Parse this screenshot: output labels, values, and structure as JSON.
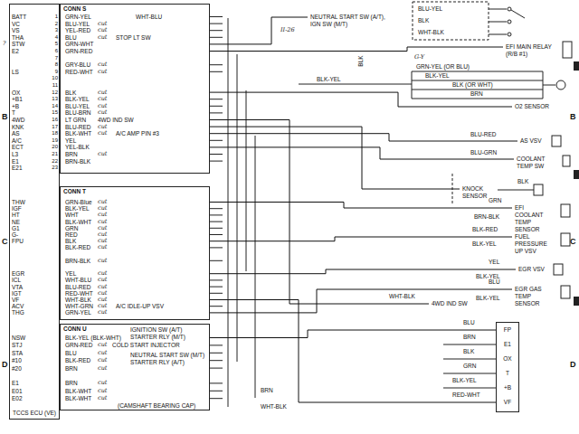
{
  "diagram": {
    "nodes": [
      {
        "text": [
          "TCCS ECU (VE)"
        ]
      },
      {
        "text": [
          "CONN S"
        ]
      },
      {
        "text": [
          "CONN T"
        ]
      },
      {
        "text": [
          "CONN U"
        ]
      },
      {
        "text": [
          "NEUTRAL START SW (A/T), IGN SW (M/T)"
        ]
      },
      {
        "text": [
          "EFI MAIN RELAY (R/B #1)"
        ]
      },
      {
        "text": [
          "O2 SENSOR"
        ]
      },
      {
        "text": [
          "AS VSV"
        ]
      },
      {
        "text": [
          "COOLANT TEMP SW"
        ]
      },
      {
        "text": [
          "KNOCK SENSOR"
        ]
      },
      {
        "text": [
          "EFI COOLANT TEMP SENSOR"
        ]
      },
      {
        "text": [
          "FUEL PRESSURE UP VSV"
        ]
      },
      {
        "text": [
          "EGR VSV"
        ]
      },
      {
        "text": [
          "EGR GAS TEMP SENSOR"
        ]
      },
      {
        "text": [
          "4WD IND SW"
        ]
      },
      {
        "text": [
          "FP",
          "E1",
          "OX",
          "T",
          "+B",
          "VF"
        ]
      }
    ],
    "edges": [
      {
        "from": 1,
        "to": 4,
        "arrow": "none"
      },
      {
        "from": 1,
        "to": 5,
        "arrow": "none"
      },
      {
        "from": 1,
        "to": 6,
        "arrow": "none"
      },
      {
        "from": 1,
        "to": 7,
        "arrow": "none"
      },
      {
        "from": 1,
        "to": 8,
        "arrow": "none"
      },
      {
        "from": 1,
        "to": 9,
        "arrow": "none"
      },
      {
        "from": 2,
        "to": 10,
        "arrow": "none"
      },
      {
        "from": 2,
        "to": 11,
        "arrow": "none"
      },
      {
        "from": 2,
        "to": 12,
        "arrow": "none"
      },
      {
        "from": 2,
        "to": 13,
        "arrow": "none"
      },
      {
        "from": 1,
        "to": 14,
        "arrow": "none"
      },
      {
        "from": 3,
        "to": 15,
        "arrow": "none"
      },
      {
        "from": 2,
        "to": 15,
        "arrow": "none"
      }
    ],
    "labels": [
      "GRN-YEL",
      "BLU-YEL",
      "YEL-RED",
      "BLU",
      "GRN-WHT",
      "GRN-RED",
      "GRY-BLU",
      "RED-WHT",
      "BLK",
      "BLK-YEL",
      "BLU-YEL",
      "BLU-BRN",
      "LT GRN",
      "BLU-RED",
      "BLK-WHT",
      "YEL",
      "YEL-BLK",
      "BRN",
      "BRN-BLK",
      "cut",
      "cut",
      "cut",
      "cut",
      "cut",
      "cut",
      "cut",
      "cut",
      "cut",
      "cut",
      "cut",
      "cut",
      "1",
      "2",
      "3",
      "4",
      "5",
      "6",
      "7",
      "8",
      "9",
      "10",
      "11",
      "12",
      "13",
      "14",
      "15",
      "16",
      "17",
      "18",
      "19",
      "20",
      "21",
      "22",
      "23",
      "BATT",
      "VC",
      "VS",
      "THA",
      "STW",
      "E2",
      "LS",
      "OX",
      "+B1",
      "+B",
      "T",
      "4WD",
      "KNK",
      "AS",
      "A/C",
      "ECT",
      "L3",
      "E1",
      "E21",
      "GRN-Blue",
      "BLK-YEL",
      "WHT",
      "BLK-WHT",
      "GRN",
      "RED",
      "BLK",
      "BLK-RED",
      "BRN-BLK",
      "YEL",
      "WHT-BLU",
      "BLU-RED",
      "RED-WHT",
      "WHT-BLK",
      "WHT-GRN",
      "GRN-YEL",
      "cut",
      "cut",
      "cut",
      "cut",
      "cut",
      "cut",
      "cut",
      "cut",
      "cut",
      "cut",
      "cut",
      "cut",
      "cut",
      "cut",
      "cut",
      "cut",
      "THW",
      "IGF",
      "HT",
      "NE",
      "G1",
      "G-",
      "FPU",
      "EGR",
      "ICL",
      "VTA",
      "IGT",
      "VF",
      "ACV",
      "THG",
      "BLK-YEL (BLK-WHT)",
      "GRN-RED",
      "BLU",
      "BLK-RED",
      "BRN",
      "BRN",
      "BLK-WHT",
      "BLK-WHT",
      "cut",
      "cut",
      "cut",
      "cut",
      "cut",
      "cut",
      "cut",
      "NSW",
      "STJ",
      "STA",
      "#10",
      "#20",
      "E1",
      "E01",
      "E02",
      "WHT-BLU",
      "STOP LT SW",
      "4WD IND SW",
      "A/C AMP PIN #3",
      "A/C IDLE-UP VSV",
      "IGNITION SW (A/T) STARTER RLY (M/T)",
      "COLD START INJECTOR",
      "NEUTRAL START SW (M/T) STARTER RLY (A/T)",
      "(CAMSHAFT BEARING CAP)",
      "?",
      "II-26",
      "BLK",
      "G-Y",
      "BLU-YEL",
      "BLK",
      "WHT-BLK",
      "BLK-YEL",
      "GRN-YEL (OR BLU)",
      "BLK-YEL",
      "BLK (OR WHT)",
      "BRN",
      "BLU-RED",
      "BLU-GRN",
      "BLK",
      "GRN",
      "BRN-BLK",
      "BLK-RED",
      "BLK-YEL",
      "YEL",
      "BLK-YEL",
      "BLU",
      "BLK-YEL",
      "WHT-BLK",
      "BLU",
      "BRN",
      "BLK",
      "GRN",
      "BLK-YEL",
      "RED-WHT",
      "BRN",
      "WHT-BLK",
      "B",
      "B",
      "C",
      "C",
      "D",
      "D"
    ]
  }
}
